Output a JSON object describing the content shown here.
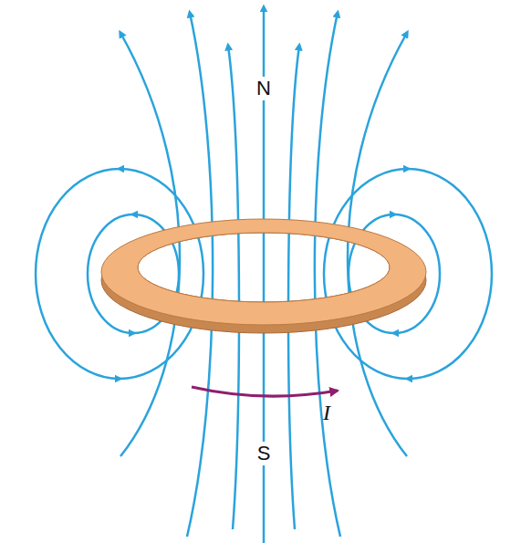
{
  "diagram": {
    "labels": [
      "N",
      "S",
      "I"
    ]
  }
}
